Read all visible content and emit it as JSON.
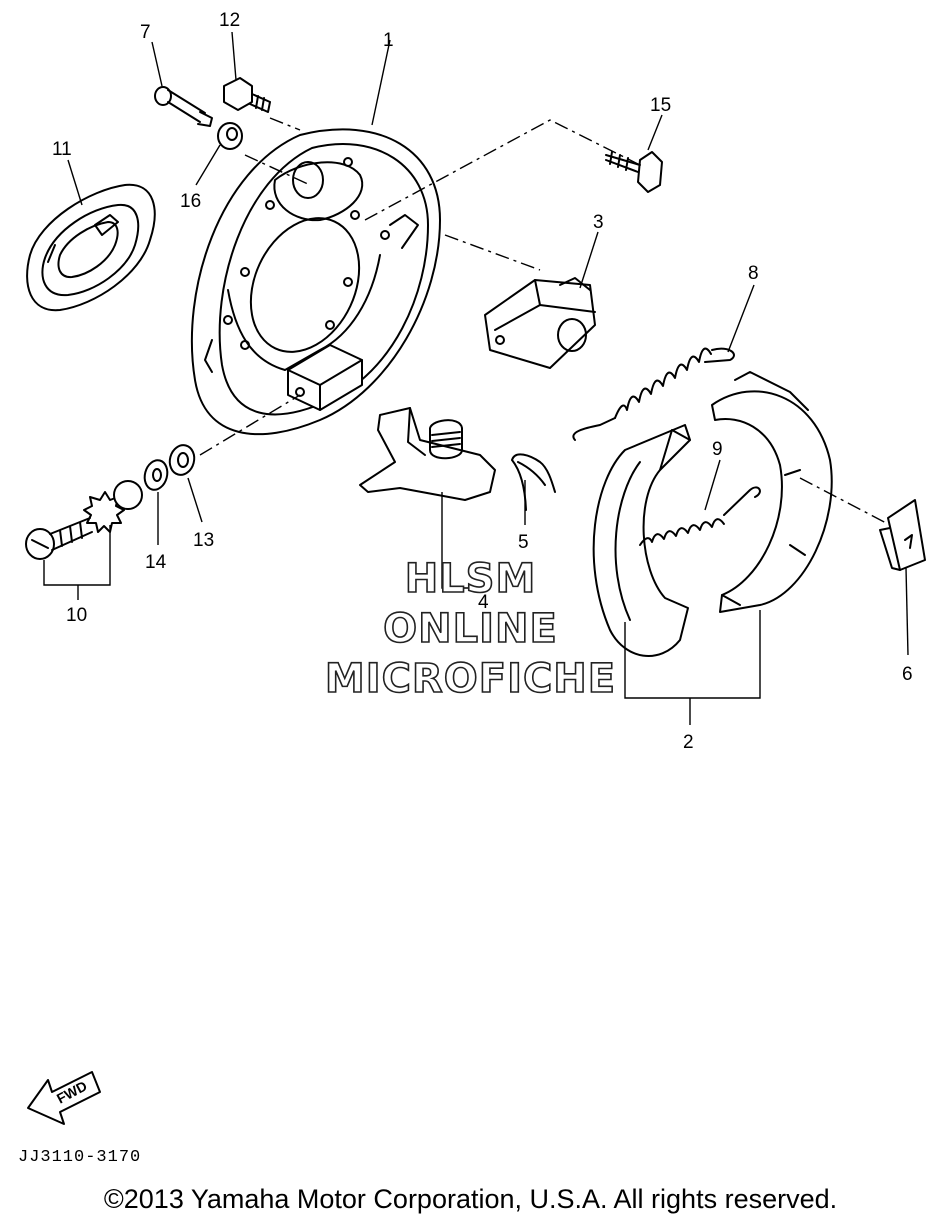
{
  "callouts": {
    "c1": "1",
    "c2": "2",
    "c3": "3",
    "c4": "4",
    "c5": "5",
    "c6": "6",
    "c7": "7",
    "c8": "8",
    "c9": "9",
    "c10": "10",
    "c11": "11",
    "c12": "12",
    "c13": "13",
    "c14": "14",
    "c15": "15",
    "c16": "16"
  },
  "watermark": {
    "line1": "HLSM",
    "line2": "ONLINE",
    "line3": "MICROFICHE"
  },
  "fwd_label": "FWD",
  "diagram_code": "JJ3110-3170",
  "copyright": "©2013 Yamaha Motor Corporation, U.S.A. All rights reserved."
}
